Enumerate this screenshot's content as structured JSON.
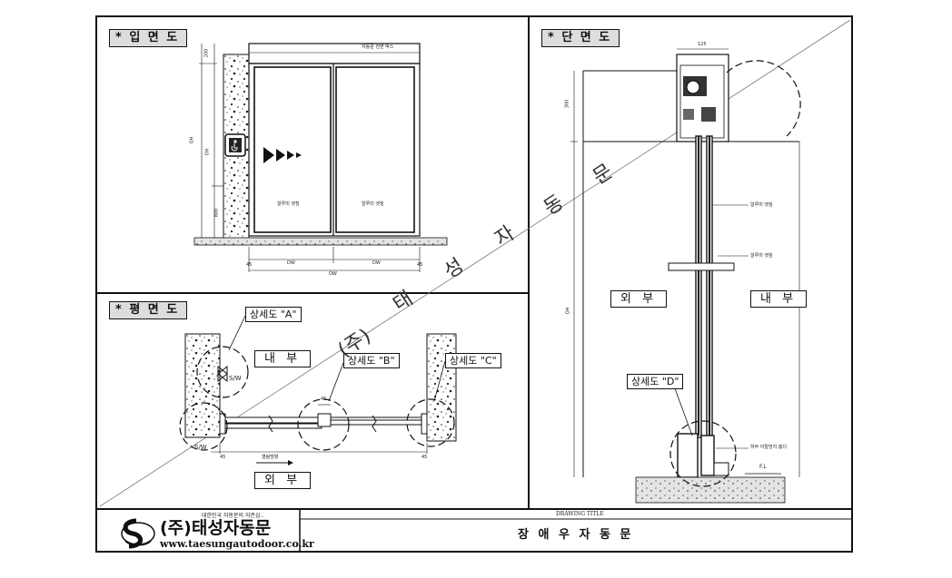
{
  "views": {
    "elevation": {
      "title": "* 입 면 도",
      "box_label": "자동문 전면 박스",
      "left_panel": "알루미 엣침",
      "right_panel": "알루미 엣침",
      "dim_top": "200",
      "dim_oh_left": "OH",
      "dim_oh": "OH",
      "dim_low": "800",
      "dim_dw1": "DW",
      "dim_dw2": "DW",
      "dim_ow": "OW",
      "dim_45a": "45",
      "dim_45b": "45"
    },
    "plan": {
      "title": "* 평 면 도",
      "detail_a": "상세도 \"A\"",
      "detail_b": "상세도 \"B\"",
      "detail_c": "상세도 \"C\"",
      "inside": "내 부",
      "outside": "외 부",
      "direction": "열림방향",
      "sw1": "S/W",
      "sw2": "S/W",
      "dim_45a": "45",
      "dim_45b": "45",
      "dim_45c": "45"
    },
    "section": {
      "title": "* 단 면 도",
      "dim_width": "125",
      "dim_300": "300",
      "dim_oh": "OH",
      "frame1": "알루미 엣침",
      "frame2": "알루미 엣침",
      "outside": "외 부",
      "inside": "내 부",
      "detail_d": "상세도 \"D\"",
      "bottom_guide": "하부 이탈방지 홈더",
      "fl": "F.L"
    }
  },
  "watermark": {
    "chars": [
      "(주)",
      "태",
      "성",
      "자",
      "동",
      "문"
    ]
  },
  "title_block": {
    "company_note": "대한민국 자동문의 자존심..",
    "company_name": "(주)태성자동문",
    "company_url": "www.taesungautodoor.co.kr",
    "drawing_title_label": "DRAWING TITLE",
    "drawing_title": "장 애 우 자 동 문"
  }
}
